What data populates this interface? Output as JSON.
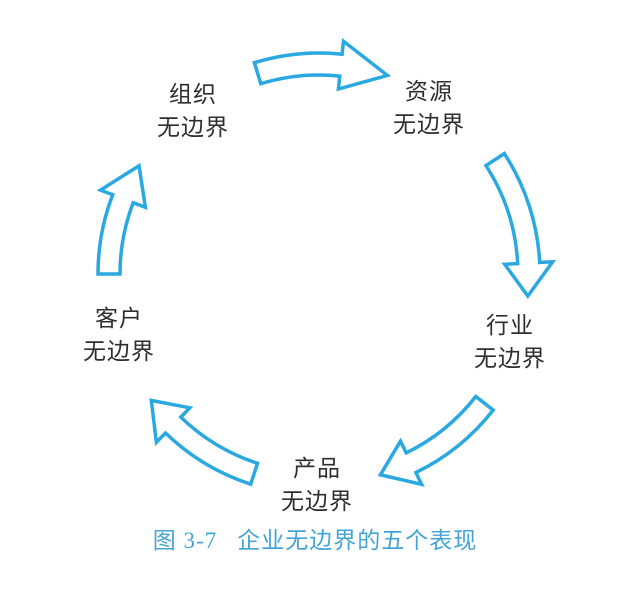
{
  "figure": {
    "number": "图 3-7",
    "title": "企业无边界的五个表现"
  },
  "nodes": [
    {
      "id": "organization",
      "line1": "组织",
      "line2": "无边界"
    },
    {
      "id": "resource",
      "line1": "资源",
      "line2": "无边界"
    },
    {
      "id": "industry",
      "line1": "行业",
      "line2": "无边界"
    },
    {
      "id": "product",
      "line1": "产品",
      "line2": "无边界"
    },
    {
      "id": "customer",
      "line1": "客户",
      "line2": "无边界"
    }
  ],
  "arrows": [
    {
      "id": "organization-to-resource",
      "from": "组织无边界",
      "to": "资源无边界"
    },
    {
      "id": "resource-to-industry",
      "from": "资源无边界",
      "to": "行业无边界"
    },
    {
      "id": "industry-to-product",
      "from": "行业无边界",
      "to": "产品无边界"
    },
    {
      "id": "product-to-customer",
      "from": "产品无边界",
      "to": "客户无边界"
    },
    {
      "id": "customer-to-organization",
      "from": "客户无边界",
      "to": "组织无边界"
    }
  ],
  "colors": {
    "arrow": "#29A8E2",
    "caption": "#44A4D8",
    "label": "#2e2e2e"
  }
}
